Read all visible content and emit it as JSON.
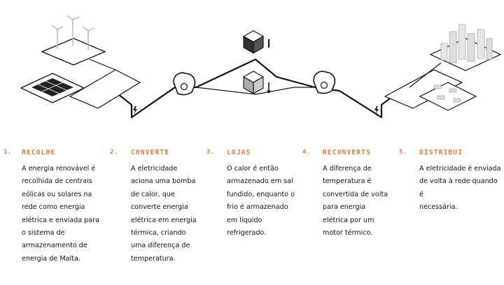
{
  "colors": {
    "accent": "#e07a3c",
    "line": "#111111",
    "text": "#111111",
    "background": "#ffffff"
  },
  "icons": [
    "wind-turbine-icon",
    "solar-panel-icon",
    "heat-pump-icon",
    "cold-storage-icon",
    "hot-storage-icon",
    "city-buildings-icon",
    "power-bolt-icon"
  ],
  "steps": [
    {
      "number": "1.",
      "title": "RECOLHE",
      "description": "A energia renovável é\nrecolhida de centrais\neólicas ou solares na\nrede como energia\nelétrica e enviada para\no sistema de\narmazenamento de\nenergia de Malta."
    },
    {
      "number": "2.",
      "title": "CONVERTE",
      "description": "A eletricidade\naciona uma bomba\nde calor, que\nconverte energia\nelétrica em energia\ntérmica, criando\numa diferença de\ntemperatura."
    },
    {
      "number": "3.",
      "title": "LOJAS",
      "description": "O calor é então\narmazenado em sal\nfundido, enquanto o\nfrio é armazenado\nem líquido\nrefrigerado."
    },
    {
      "number": "4.",
      "title": "RECONVERTS",
      "description": "A diferença de\ntemperatura é\nconvertida de volta\npara energia\nelétrica por um\nmotor térmico."
    },
    {
      "number": "5.",
      "title": "DISTRIBUI",
      "description": "A eletricidade é enviada\nde volta à rede quando é\nnecessária."
    }
  ]
}
